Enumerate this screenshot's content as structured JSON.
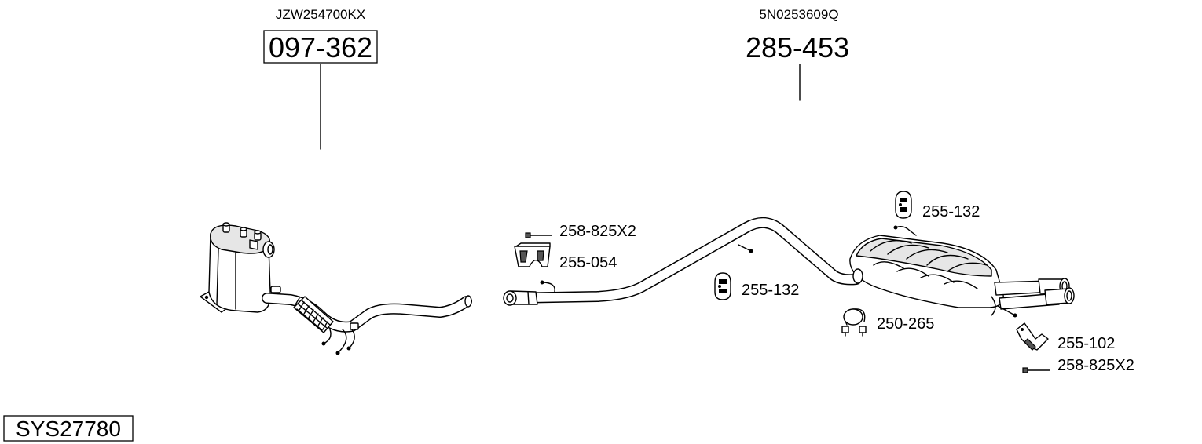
{
  "diagram": {
    "system_code": "SYS27780",
    "assemblies": {
      "front": {
        "oem_number": "JZW254700KX",
        "part_number": "097-362"
      },
      "rear": {
        "oem_number": "5N0253609Q",
        "part_number": "285-453"
      }
    },
    "parts": {
      "bolt_front": "258-825X2",
      "bracket_front": "255-054",
      "hanger_mid": "255-132",
      "hanger_rear": "255-132",
      "clamp": "250-265",
      "bracket_rear": "255-102",
      "bolt_rear": "258-825X2"
    }
  }
}
